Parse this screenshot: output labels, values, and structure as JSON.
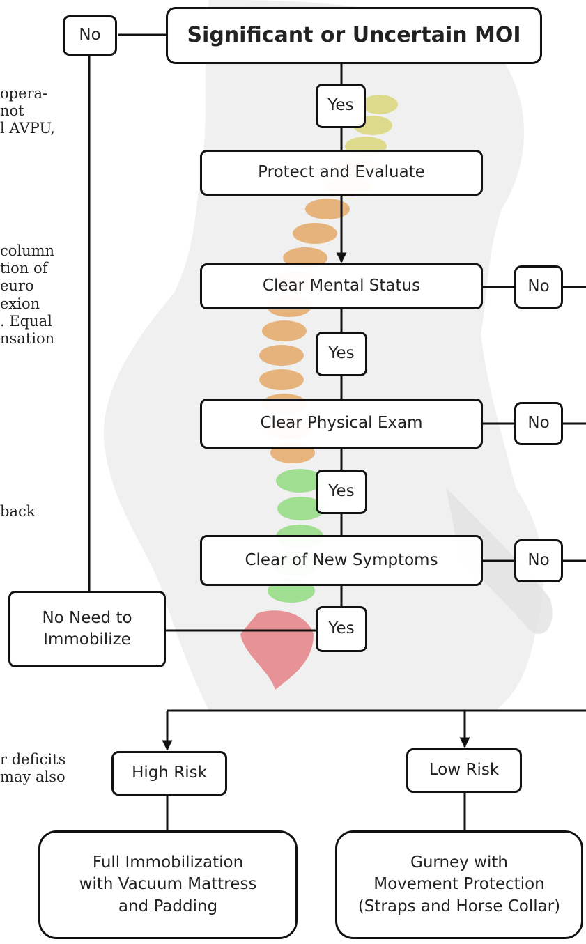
{
  "flow": {
    "title": "Significant or Uncertain MOI",
    "no_top": "No",
    "yes_1": "Yes",
    "protect": "Protect and Evaluate",
    "mental": "Clear Mental Status",
    "no_mental": "No",
    "yes_2": "Yes",
    "physical": "Clear Physical Exam",
    "no_physical": "No",
    "yes_3": "Yes",
    "symptoms": "Clear of New Symptoms",
    "no_symptoms": "No",
    "yes_4": "Yes",
    "no_need_line1": "No Need to",
    "no_need_line2": "Immobilize",
    "high_risk": "High Risk",
    "low_risk": "Low Risk",
    "full_immob_line1": "Full Immobilization",
    "full_immob_line2": "with Vacuum Mattress",
    "full_immob_line3": "and Padding",
    "gurney_line1": "Gurney with",
    "gurney_line2": "Movement Protection",
    "gurney_line3": "(Straps and Horse Collar)"
  },
  "left_text": {
    "block1": [
      "opera-",
      "not",
      "l AVPU,"
    ],
    "block2": [
      "column",
      "tion of",
      "euro",
      "exion",
      ". Equal",
      "nsation"
    ],
    "block3": [
      "back"
    ],
    "block4": [
      "r deficits",
      "may also"
    ]
  },
  "colors": {
    "line": "#111111",
    "cervical": "#d9d36a",
    "thoracic": "#e39a4d",
    "lumbar": "#7fd86a",
    "sacrum": "#e0545a",
    "body": "#e8e8e8"
  }
}
